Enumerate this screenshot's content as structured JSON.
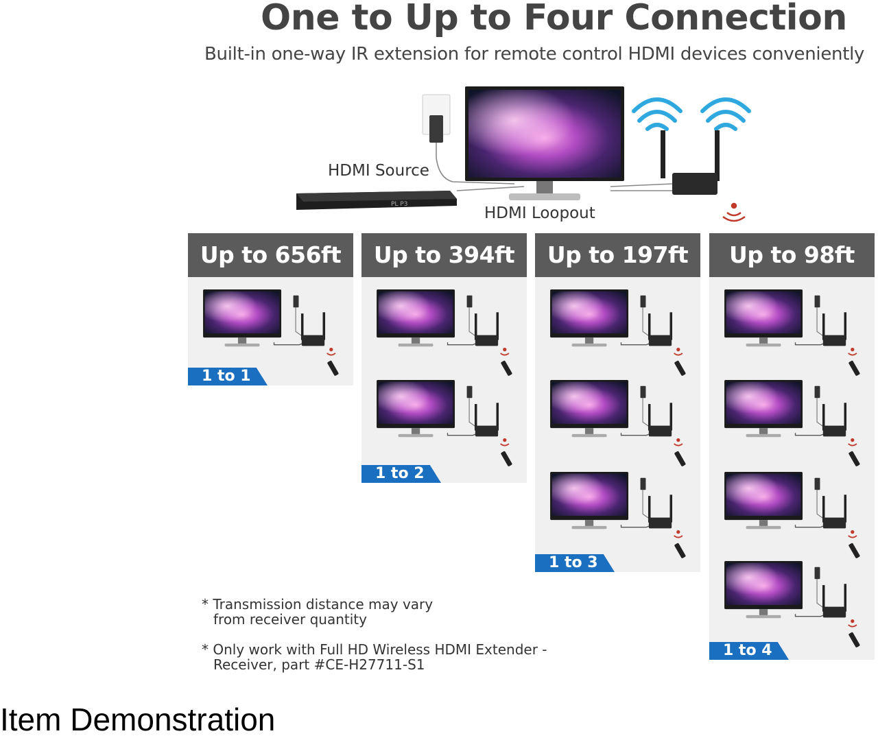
{
  "header": {
    "title": "One to Up to Four Connection",
    "subtitle": "Built-in one-way IR extension for remote control HDMI devices conveniently"
  },
  "hero": {
    "source_label": "HDMI Source",
    "loopout_label": "HDMI Loopout",
    "player_text": "PL P3"
  },
  "columns": [
    {
      "distance": "Up to 656ft",
      "ratio": "1 to 1",
      "receivers": 1
    },
    {
      "distance": "Up to 394ft",
      "ratio": "1 to 2",
      "receivers": 2
    },
    {
      "distance": "Up to 197ft",
      "ratio": "1 to 3",
      "receivers": 3
    },
    {
      "distance": "Up to 98ft",
      "ratio": "1 to 4",
      "receivers": 4
    }
  ],
  "notes": [
    {
      "line1": "* Transmission distance may vary",
      "line2": "from receiver quantity"
    },
    {
      "line1": "* Only work with Full HD Wireless HDMI Extender -",
      "line2": "Receiver, part #CE-H27711-S1"
    }
  ],
  "footer": "Item Demonstration",
  "colors": {
    "header_bg": "#5b5b5b",
    "ratio_tag": "#1a6fc0",
    "panel_bg": "#f0f0f0",
    "wifi": "#2fa8e0",
    "ir": "#c0392b"
  }
}
